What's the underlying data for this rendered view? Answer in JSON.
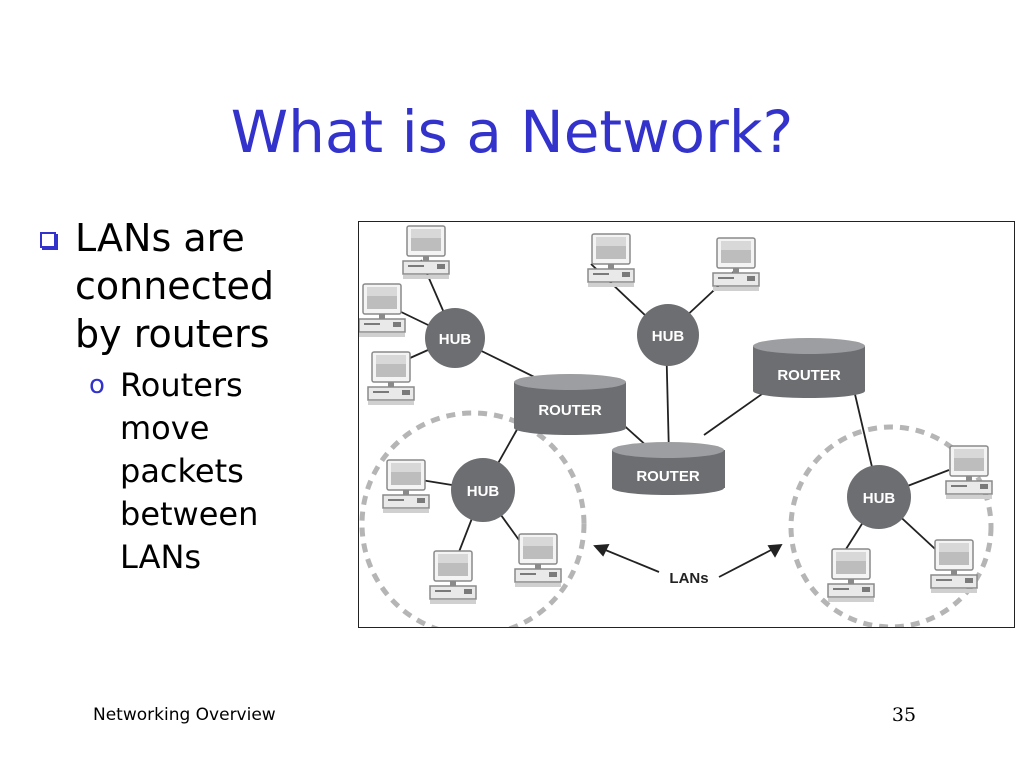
{
  "slide": {
    "title": "What is a Network?",
    "bullet": {
      "text": "LANs are\nconnected\nby routers",
      "subbullet": "Routers\nmove\npackets\nbetween\nLANs",
      "subbullet_marker": "o"
    }
  },
  "diagram": {
    "hub_label": "HUB",
    "router_label": "ROUTER",
    "lans_label": "LANs",
    "colors": {
      "device": "#6d6e71",
      "router_top": "#9d9ea1",
      "dashed_circle": "#b5b5b5",
      "link": "#222222"
    }
  },
  "footer": {
    "left": "Networking Overview",
    "page_number": "35"
  }
}
